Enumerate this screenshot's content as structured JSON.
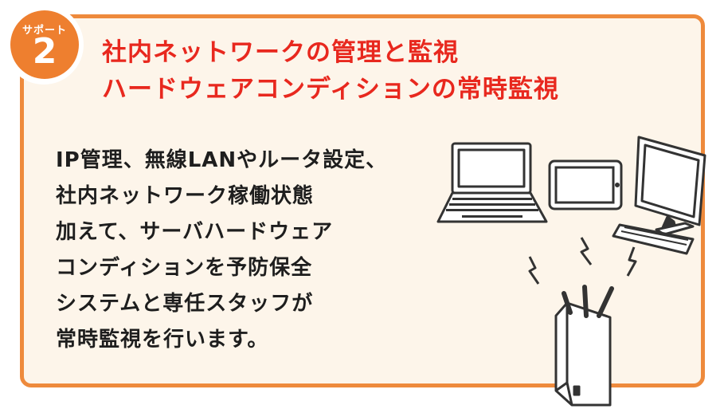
{
  "badge": {
    "label": "サポート",
    "number": "2"
  },
  "title": {
    "line1": "社内ネットワークの管理と監視",
    "line2": "ハードウェアコンディションの常時監視"
  },
  "body": {
    "lines": [
      "IP管理、無線LANやルータ設定、",
      "社内ネットワーク稼働状態",
      "加えて、サーバハードウェア",
      "コンディションを予防保全",
      "システムと専任スタッフが",
      "常時監視を行います。"
    ]
  },
  "colors": {
    "accent": "#ee8a3c",
    "title": "#e8281e",
    "panel_bg": "#fdf5ea"
  },
  "icons": [
    "laptop-icon",
    "tablet-icon",
    "desktop-monitor-icon",
    "keyboard-icon",
    "wifi-router-icon",
    "wireless-signal-icon"
  ]
}
